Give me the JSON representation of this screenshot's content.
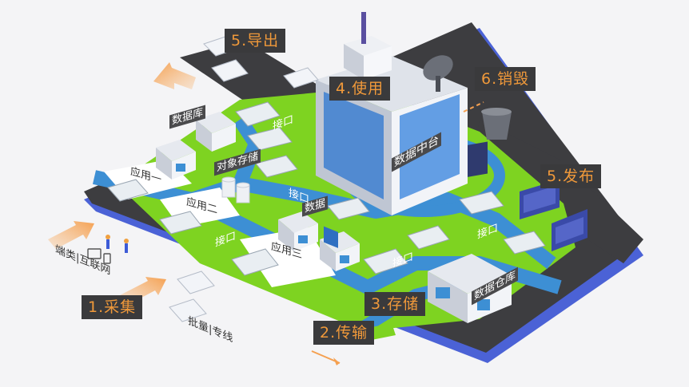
{
  "steps": {
    "collect": "1.采集",
    "transmit": "2.传输",
    "store": "3.存储",
    "use": "4.使用",
    "export": "5.导出",
    "publish": "5.发布",
    "destroy": "6.销毁"
  },
  "labels": {
    "database": "数据库",
    "object_storage": "对象存储",
    "data": "数据",
    "data_middle_platform": "数据中台",
    "data_warehouse": "数据仓库",
    "app1": "应用一",
    "app2": "应用二",
    "app3": "应用三",
    "interface": "接口",
    "endpoint_iot": "端类|互联网",
    "batch_line": "批量|专线"
  },
  "colors": {
    "step_bg": "#3a3a3c",
    "step_text": "#f0993a",
    "grass": "#7ed321",
    "river": "#3d8fd4",
    "road": "#3d3d40",
    "arrow": "#f5a050"
  }
}
